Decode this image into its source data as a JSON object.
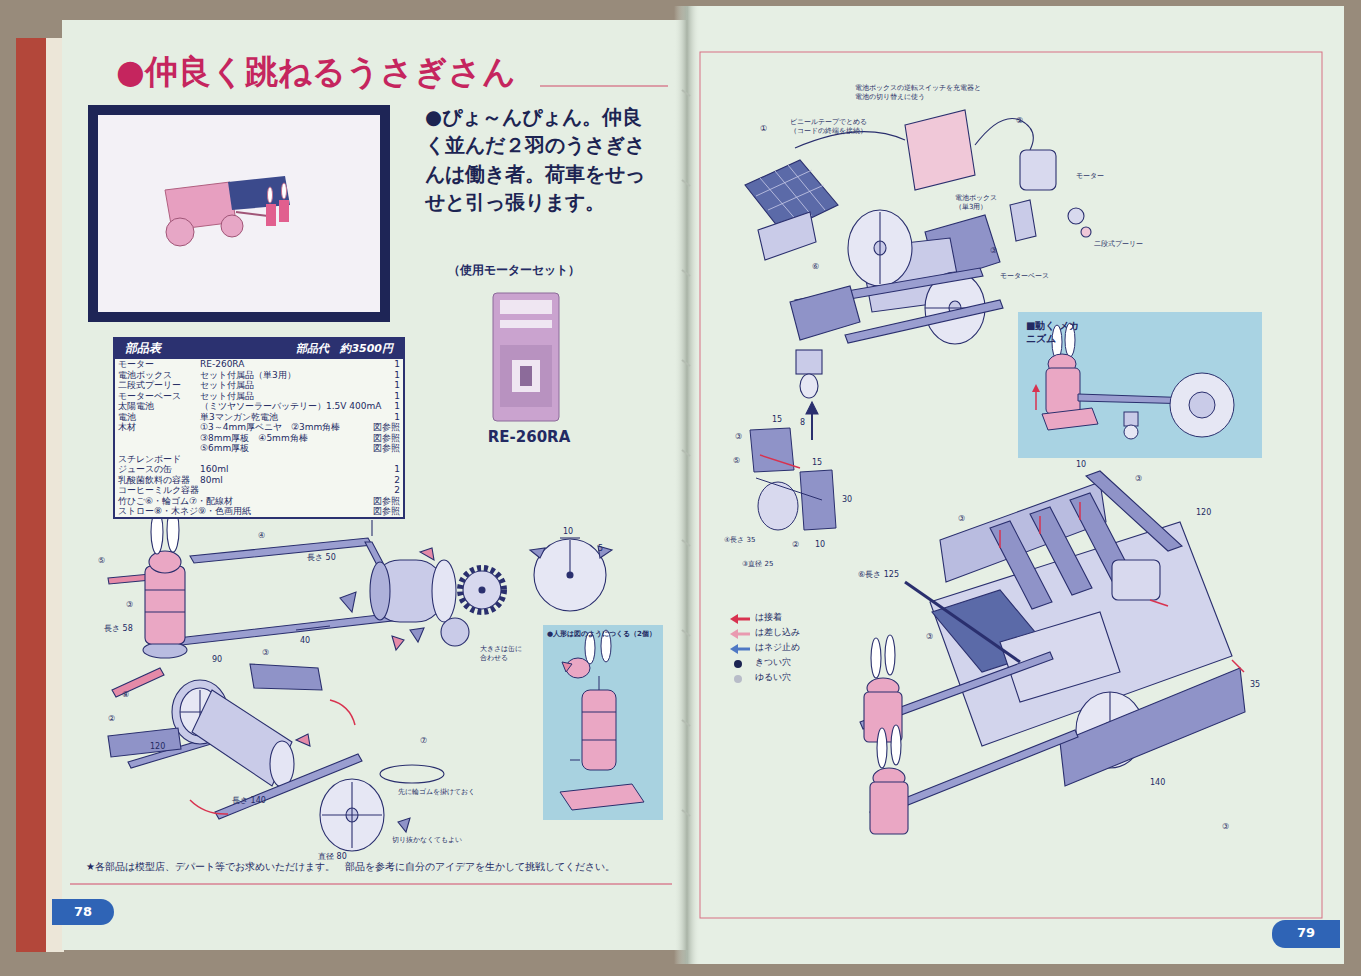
{
  "diagram": {
    "title": "●仲良く跳ねるうさぎさん",
    "nodes": [
      {
        "text": [
          "RE-260RA"
        ]
      },
      {
        "text": [
          "部品表",
          "部品代　約3500円"
        ]
      },
      {
        "text": [
          "●人形は図のようにつくる（2個）"
        ]
      },
      {
        "text": [
          "78"
        ]
      },
      {
        "text": [
          "■動く メカニズム"
        ]
      },
      {
        "text": [
          "79"
        ]
      }
    ],
    "labels": [
      "●ぴょ～んぴょん。仲良く並んだ２羽のうさぎさんは働き者。荷車をせっせと引っ張ります。",
      "（使用モーターセット）",
      "モーター",
      "RE-260RA",
      "1",
      "電池ボックス",
      "セット付属品（単3用）",
      "1",
      "二段式プーリー",
      "セット付属品",
      "1",
      "モーターベース",
      "セット付属品",
      "1",
      "太陽電池",
      "（ミツヤソーラーバッテリー）1.5V 400mA",
      "1",
      "電池",
      "単3マンガン乾電池",
      "1",
      "木材",
      "①3～4mm厚ベニヤ　②3mm角棒",
      "図参照",
      "③8mm厚板　④5mm角棒",
      "図参照",
      "⑤6mm厚板",
      "図参照",
      "スチレンボード",
      "ジュースの缶",
      "160ml",
      "1",
      "乳酸菌飲料の容器",
      "80ml",
      "2",
      "コーヒーミルク容器",
      "2",
      "竹ひご⑥・輪ゴム⑦・配線材",
      "図参照",
      "ストロー⑧・木ネジ⑨・色画用紙",
      "図参照",
      "長さ 50",
      "④",
      "⑤",
      "③",
      "長さ 58",
      "⑧",
      "90",
      "40",
      "大きさは缶に合わせる",
      "10",
      "5",
      "長さ 140",
      "120",
      "先に輪ゴムを掛けておく",
      "切り抜かなくてもよい",
      "直径 80",
      "⑦",
      "②",
      "③",
      "★各部品は模型店、デパート等でお求めいただけます。　部品を参考に自分のアイデアを生かして挑戦してください。",
      "ビニールテープでとめる（コードの終端を接続）",
      "電池ボックスの逆転スイッチを充電器と電池の切り替えに使う",
      "②",
      "①",
      "モーター",
      "電池ボックス（単3用）",
      "二段式プーリー",
      "モーターベース",
      "⑥",
      "③",
      "③",
      "⑤",
      "15",
      "8",
      "15",
      "30",
      "10",
      "②",
      "④長さ 35",
      "③直径 25",
      "10",
      "120",
      "③",
      "③",
      "⑥長さ 125",
      "35",
      "140",
      "③",
      "③"
    ],
    "legend": [
      {
        "text": "は接着"
      },
      {
        "text": "は差し込み"
      },
      {
        "text": "はネジ止め"
      },
      {
        "text": "きつい穴"
      },
      {
        "text": "ゆるい穴"
      }
    ]
  }
}
